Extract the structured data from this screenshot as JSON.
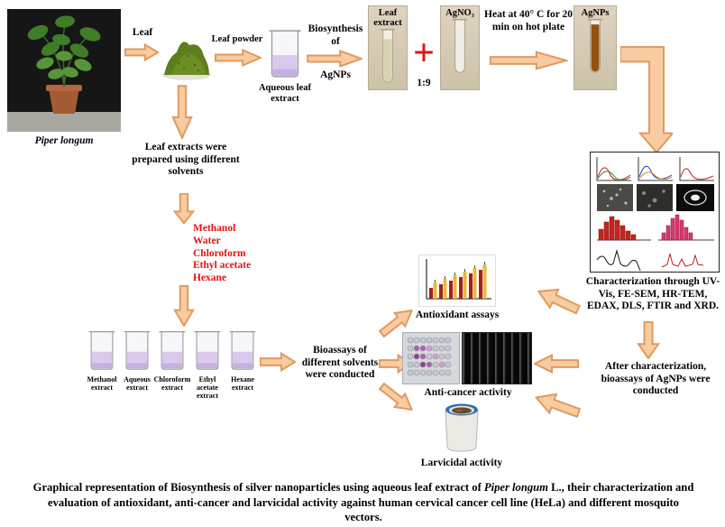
{
  "colors": {
    "arrow_fill": "#F8CBA0",
    "arrow_stroke": "#E09A5F",
    "solvent_red": "#E21212",
    "plus_red": "#E21212"
  },
  "plant": {
    "name": "Piper longum"
  },
  "top_flow": {
    "leaf": "Leaf",
    "leaf_powder": "Leaf powder",
    "aqueous_extract": "Aqueous leaf extract",
    "biosynthesis_l1": "Biosynthesis",
    "biosynthesis_l2": "of",
    "biosynthesis_l3": "AgNPs",
    "leaf_extract_tube": "Leaf extract",
    "plus": "+",
    "agno3_tube": "AgNO₃",
    "ratio": "1:9",
    "heat": "Heat at 40° C for 20 min on hot plate",
    "agnps_tube": "AgNPs"
  },
  "characterization": {
    "text": "Characterization through UV-Vis, FE-SEM, HR-TEM, EDAX, DLS, FTIR and XRD."
  },
  "left_flow": {
    "prep_text": "Leaf extracts were prepared using different solvents",
    "solvents": [
      "Methanol",
      "Water",
      "Chloroform",
      "Ethyl acetate",
      "Hexane"
    ],
    "beaker_labels": [
      "Methanol extract",
      "Aqueous extract",
      "Chloroform extract",
      "Ethyl acetate extract",
      "Hexane extract"
    ],
    "bioassays_text": "Bioassays of different solvents were conducted"
  },
  "assays": {
    "antioxidant": "Antioxidant assays",
    "anticancer": "Anti-cancer activity",
    "larvicidal": "Larvicidal activity",
    "after_text": "After characterization, bioassays of AgNPs were conducted"
  },
  "caption": {
    "pre": "Graphical representation of Biosynthesis of silver nanoparticles using aqueous leaf extract of ",
    "italic": "Piper longum",
    "post": " L., their characterization and evaluation of antioxidant, anti-cancer and larvicidal activity against human cervical cancer cell line (HeLa) and different mosquito vectors."
  }
}
